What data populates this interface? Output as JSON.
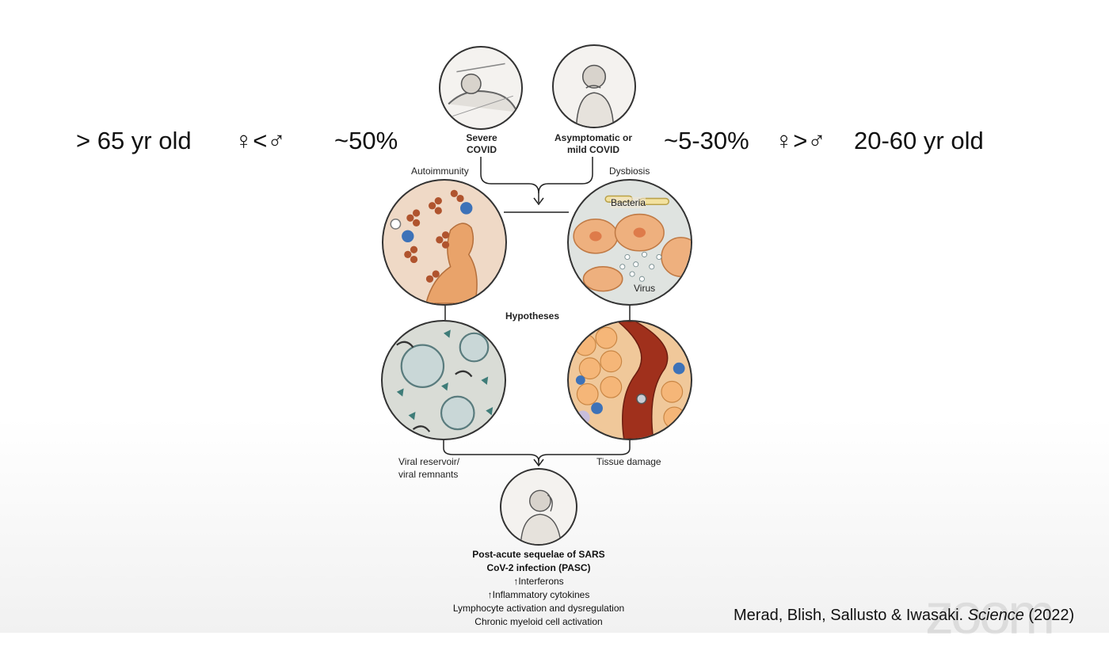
{
  "left_stats": {
    "age": "> 65 yr old",
    "sex": "♀<♂",
    "pct": "~50%"
  },
  "right_stats": {
    "pct": "~5-30%",
    "sex": "♀>♂",
    "age": "20-60 yr old"
  },
  "top_circles": {
    "severe": "Severe\nCOVID",
    "mild": "Asymptomatic or\nmild COVID"
  },
  "hypotheses": {
    "title": "Hypotheses",
    "autoimmunity": "Autoimmunity",
    "dysbiosis": "Dysbiosis",
    "bacteria": "Bacteria",
    "virus": "Virus",
    "viral_reservoir": "Viral reservoir/\nviral remnants",
    "tissue_damage": "Tissue damage"
  },
  "pasc": {
    "title": "Post-acute sequelae of SARS\nCoV-2 infection (PASC)",
    "lines": [
      "↑Interferons",
      "↑Inflammatory cytokines",
      "Lymphocyte activation and dysregulation",
      "Chronic myeloid cell activation"
    ]
  },
  "citation": {
    "authors": "Merad, Blish, Sallusto & Iwasaki. ",
    "journal": "Science",
    "year": " (2022)"
  },
  "watermark": "zoom",
  "colors": {
    "tissue": "#e9a36a",
    "blood": "#a0301c",
    "virus": "#7fa6a8",
    "antibody": "#b0542e",
    "cell_blue": "#3d72b8"
  }
}
